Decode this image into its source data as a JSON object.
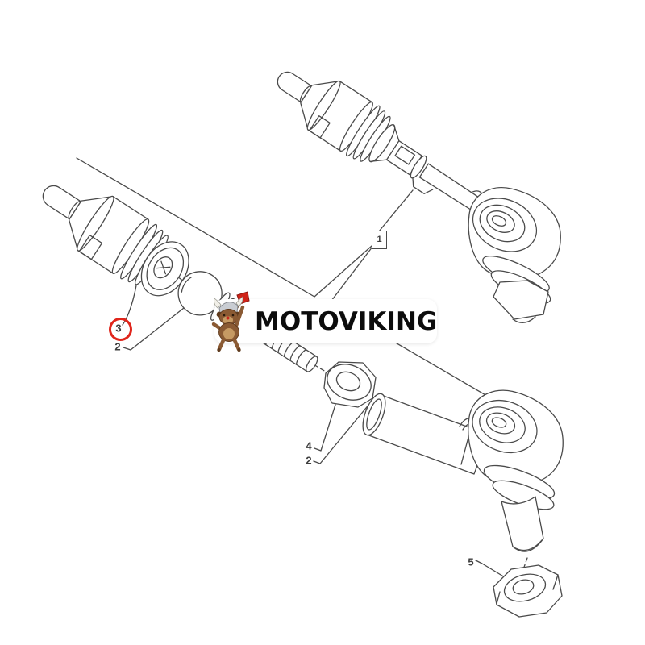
{
  "watermark": {
    "brand": "MOTOVIKING",
    "mascot_icon": "viking-dog-mascot"
  },
  "callouts": [
    {
      "label": "1",
      "style": "boxed"
    },
    {
      "label": "3",
      "style": "red-circled"
    },
    {
      "label": "2",
      "style": "plain"
    },
    {
      "label": "4",
      "style": "plain"
    },
    {
      "label": "2",
      "style": "plain"
    },
    {
      "label": "5",
      "style": "plain"
    }
  ],
  "diagram": {
    "type": "exploded-parts-line-drawing"
  },
  "colors": {
    "line": "#4a4a4a",
    "highlight_circle": "#e0251b",
    "background": "#ffffff",
    "watermark_bg": "#ffffff",
    "watermark_text": "#0c0c0c"
  }
}
